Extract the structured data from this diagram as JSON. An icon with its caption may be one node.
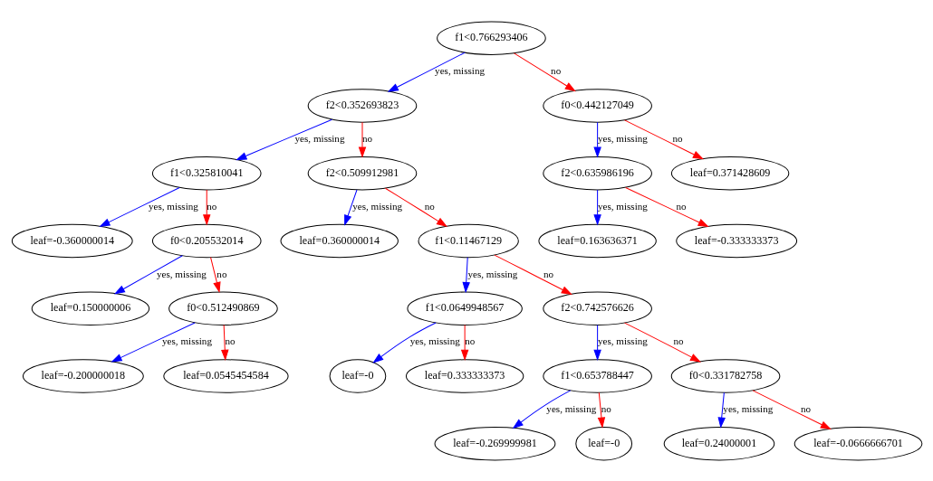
{
  "diagram": {
    "nodes": [
      {
        "text": [
          "f1<0.766293406"
        ]
      },
      {
        "text": [
          "f2<0.352693823"
        ]
      },
      {
        "text": [
          "f0<0.442127049"
        ]
      },
      {
        "text": [
          "f1<0.325810041"
        ]
      },
      {
        "text": [
          "f2<0.509912981"
        ]
      },
      {
        "text": [
          "f2<0.635986196"
        ]
      },
      {
        "text": [
          "leaf=0.371428609"
        ]
      },
      {
        "text": [
          "leaf=-0.360000014"
        ]
      },
      {
        "text": [
          "f0<0.205532014"
        ]
      },
      {
        "text": [
          "leaf=0.360000014"
        ]
      },
      {
        "text": [
          "f1<0.11467129"
        ]
      },
      {
        "text": [
          "leaf=0.163636371"
        ]
      },
      {
        "text": [
          "leaf=-0.333333373"
        ]
      },
      {
        "text": [
          "leaf=0.150000006"
        ]
      },
      {
        "text": [
          "f0<0.512490869"
        ]
      },
      {
        "text": [
          "f1<0.0649948567"
        ]
      },
      {
        "text": [
          "f2<0.742576626"
        ]
      },
      {
        "text": [
          "leaf=-0.200000018"
        ]
      },
      {
        "text": [
          "leaf=0.0545454584"
        ]
      },
      {
        "text": [
          "leaf=-0"
        ]
      },
      {
        "text": [
          "leaf=0.333333373"
        ]
      },
      {
        "text": [
          "f1<0.653788447"
        ]
      },
      {
        "text": [
          "f0<0.331782758"
        ]
      },
      {
        "text": [
          "leaf=-0.269999981"
        ]
      },
      {
        "text": [
          "leaf=-0"
        ]
      },
      {
        "text": [
          "leaf=0.24000001"
        ]
      },
      {
        "text": [
          "leaf=-0.0666666701"
        ]
      }
    ],
    "edges": [
      {
        "from": 0,
        "to": 1,
        "arrow": "to",
        "label": "yes, missing",
        "color": "#0000ff"
      },
      {
        "from": 0,
        "to": 2,
        "arrow": "to",
        "label": "no",
        "color": "#ff0000"
      },
      {
        "from": 1,
        "to": 3,
        "arrow": "to",
        "label": "yes, missing",
        "color": "#0000ff"
      },
      {
        "from": 1,
        "to": 4,
        "arrow": "to",
        "label": "no",
        "color": "#ff0000"
      },
      {
        "from": 2,
        "to": 5,
        "arrow": "to",
        "label": "yes, missing",
        "color": "#0000ff"
      },
      {
        "from": 2,
        "to": 6,
        "arrow": "to",
        "label": "no",
        "color": "#ff0000"
      },
      {
        "from": 3,
        "to": 7,
        "arrow": "to",
        "label": "yes, missing",
        "color": "#0000ff"
      },
      {
        "from": 3,
        "to": 8,
        "arrow": "to",
        "label": "no",
        "color": "#ff0000"
      },
      {
        "from": 4,
        "to": 9,
        "arrow": "to",
        "label": "yes, missing",
        "color": "#0000ff"
      },
      {
        "from": 4,
        "to": 10,
        "arrow": "to",
        "label": "no",
        "color": "#ff0000"
      },
      {
        "from": 5,
        "to": 11,
        "arrow": "to",
        "label": "yes, missing",
        "color": "#0000ff"
      },
      {
        "from": 5,
        "to": 12,
        "arrow": "to",
        "label": "no",
        "color": "#ff0000"
      },
      {
        "from": 8,
        "to": 13,
        "arrow": "to",
        "label": "yes, missing",
        "color": "#0000ff"
      },
      {
        "from": 8,
        "to": 14,
        "arrow": "to",
        "label": "no",
        "color": "#ff0000"
      },
      {
        "from": 10,
        "to": 15,
        "arrow": "to",
        "label": "yes, missing",
        "color": "#0000ff"
      },
      {
        "from": 10,
        "to": 16,
        "arrow": "to",
        "label": "no",
        "color": "#ff0000"
      },
      {
        "from": 14,
        "to": 17,
        "arrow": "to",
        "label": "yes, missing",
        "color": "#0000ff"
      },
      {
        "from": 14,
        "to": 18,
        "arrow": "to",
        "label": "no",
        "color": "#ff0000"
      },
      {
        "from": 15,
        "to": 19,
        "arrow": "to",
        "label": "yes, missing",
        "color": "#0000ff"
      },
      {
        "from": 15,
        "to": 20,
        "arrow": "to",
        "label": "no",
        "color": "#ff0000"
      },
      {
        "from": 16,
        "to": 21,
        "arrow": "to",
        "label": "yes, missing",
        "color": "#0000ff"
      },
      {
        "from": 16,
        "to": 22,
        "arrow": "to",
        "label": "no",
        "color": "#ff0000"
      },
      {
        "from": 21,
        "to": 23,
        "arrow": "to",
        "label": "yes, missing",
        "color": "#0000ff"
      },
      {
        "from": 21,
        "to": 24,
        "arrow": "to",
        "label": "no",
        "color": "#ff0000"
      },
      {
        "from": 22,
        "to": 25,
        "arrow": "to",
        "label": "yes, missing",
        "color": "#0000ff"
      },
      {
        "from": 22,
        "to": 26,
        "arrow": "to",
        "label": "no",
        "color": "#ff0000"
      }
    ]
  }
}
